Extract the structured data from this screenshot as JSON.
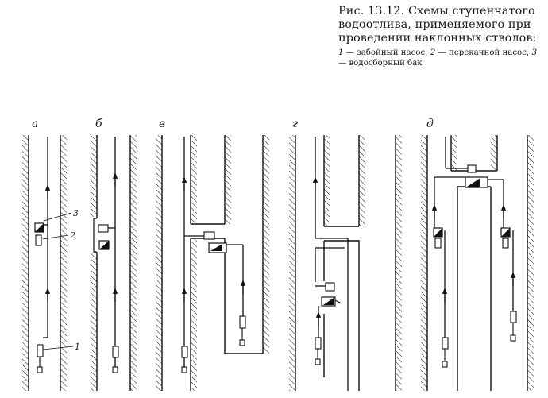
{
  "caption": {
    "main": "Рис. 13.12. Схемы ступенчатого водоотлива, применяемого при проведении наклонных стволов:",
    "legend_1_num": "1",
    "legend_1_text": " — забойный насос; ",
    "legend_2_num": "2",
    "legend_2_text": " — перекачной насос; ",
    "legend_3_num": "3",
    "legend_3_text": " — водосборный бак"
  },
  "schemes": {
    "a": "а",
    "b": "б",
    "v": "в",
    "g": "г",
    "d": "д"
  },
  "callouts": {
    "n1": "1",
    "n2": "2",
    "n3": "3"
  }
}
